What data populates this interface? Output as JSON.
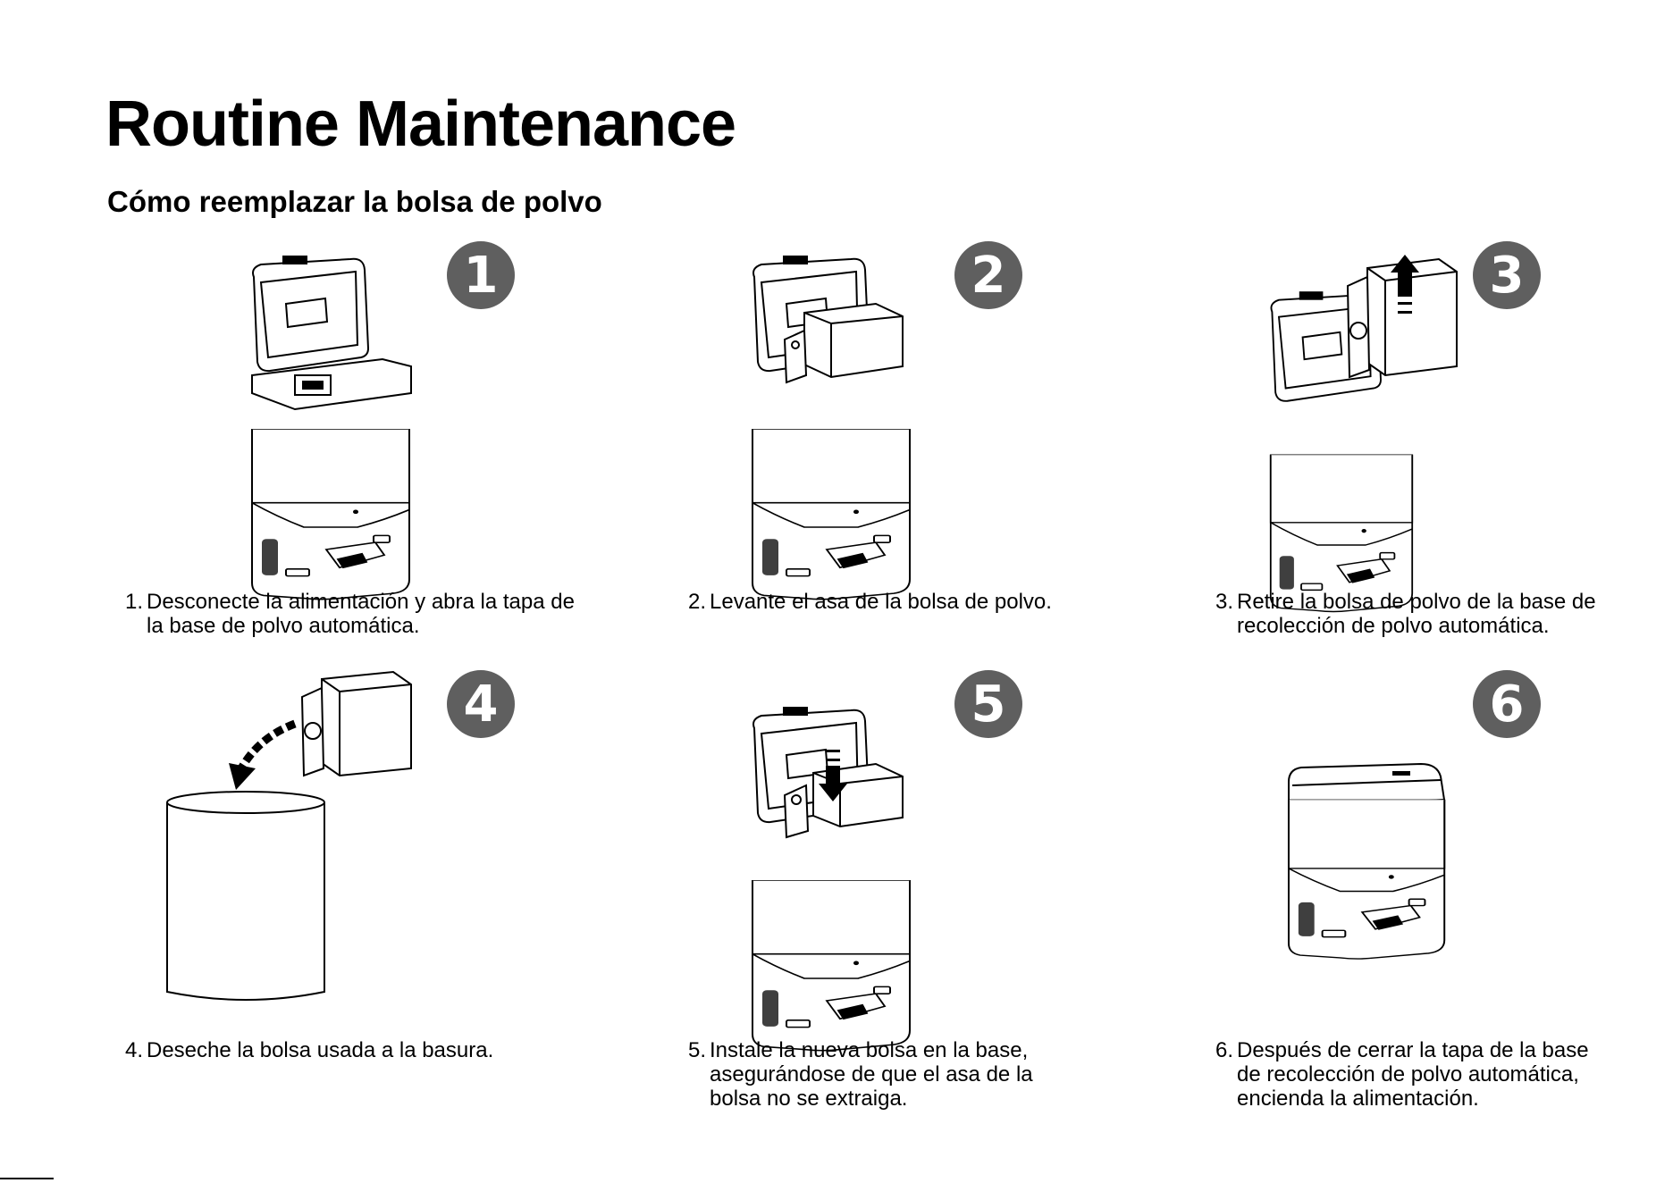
{
  "document": {
    "title": "Routine Maintenance",
    "subtitle": "Cómo reemplazar la bolsa de polvo"
  },
  "steps": [
    {
      "badge": "1",
      "number": "1.",
      "text": "Desconecte la alimentación y abra la tapa de la base de polvo automática.",
      "illustration": "open-dock-icon"
    },
    {
      "badge": "2",
      "number": "2.",
      "text": "Levante el asa de la bolsa de polvo.",
      "illustration": "dock-bag-handle-icon"
    },
    {
      "badge": "3",
      "number": "3.",
      "text": "Retire la bolsa de polvo de la base de recolección de polvo automática.",
      "illustration": "bag-lift-out-icon"
    },
    {
      "badge": "4",
      "number": "4.",
      "text": "Deseche la bolsa usada a la basura.",
      "illustration": "trash-bin-icon"
    },
    {
      "badge": "5",
      "number": "5.",
      "text": "Instale la nueva bolsa en la base, asegurándose de que el asa de la bolsa no se extraiga.",
      "illustration": "bag-insert-icon"
    },
    {
      "badge": "6",
      "number": "6.",
      "text": "Después de cerrar la tapa de la base de recolección de polvo automática, encienda la alimentación.",
      "illustration": "closed-dock-icon"
    }
  ],
  "colors": {
    "badge": "#5f5f5f",
    "line": "#000000",
    "background": "#ffffff"
  }
}
